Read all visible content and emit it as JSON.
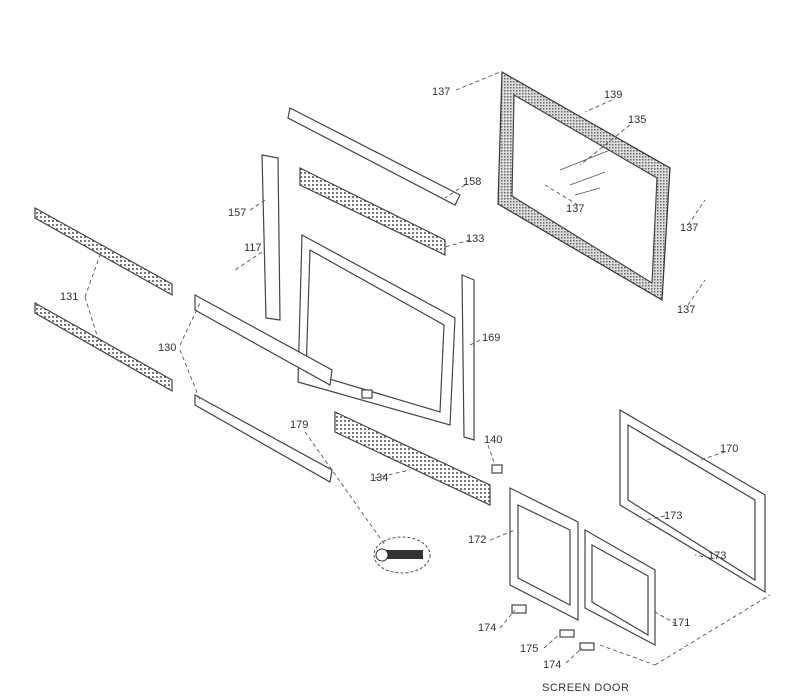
{
  "diagram": {
    "caption": "SCREEN DOOR",
    "labels": [
      "137",
      "139",
      "135",
      "137",
      "137",
      "137",
      "158",
      "157",
      "133",
      "117",
      "131",
      "130",
      "169",
      "179",
      "134",
      "140",
      "170",
      "173",
      "173",
      "172",
      "174",
      "175",
      "174",
      "171"
    ]
  },
  "colors": {
    "line": "#444444",
    "background": "#ffffff"
  }
}
